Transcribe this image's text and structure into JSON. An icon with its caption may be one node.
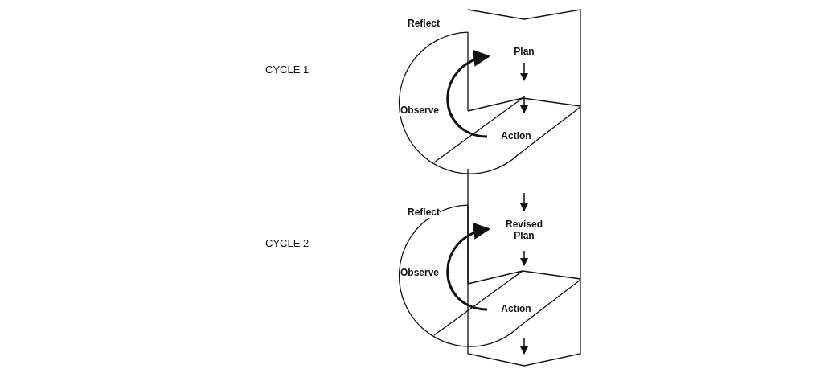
{
  "diagram": {
    "labels": [
      "Reflect",
      "Plan",
      "CYCLE 1",
      "Observe",
      "Action",
      "Reflect",
      "Revised Plan",
      "CYCLE 2",
      "Observe",
      "Action"
    ]
  }
}
